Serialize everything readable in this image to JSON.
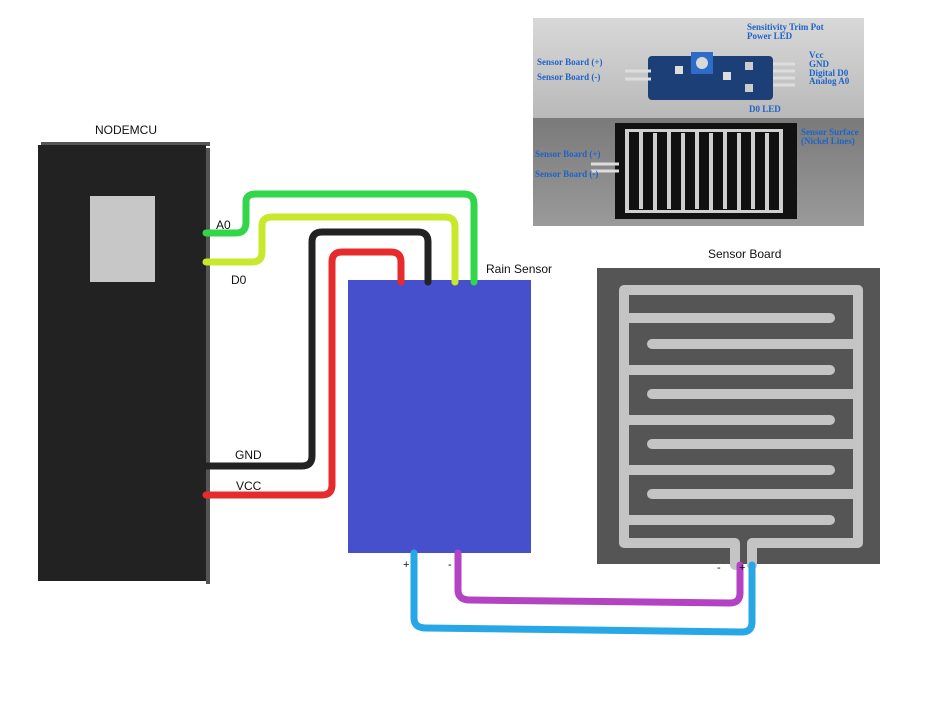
{
  "labels": {
    "nodemcu": "NODEMCU",
    "rain_sensor": "Rain Sensor",
    "sensor_board": "Sensor Board",
    "a0": "A0",
    "d0": "D0",
    "gnd": "GND",
    "vcc": "VCC",
    "plus_rain": "+",
    "minus_rain": "-",
    "minus_board": "-",
    "plus_board": "+"
  },
  "photo_annotations": {
    "trim_pot": "Sensitivity Trim Pot",
    "power_led": "Power LED",
    "vcc": "Vcc",
    "gnd": "GND",
    "digital_d0": "Digital D0",
    "analog_a0": "Analog A0",
    "sensor_board_plus": "Sensor Board (+)",
    "sensor_board_minus": "Sensor Board (-)",
    "d0_led": "D0 LED",
    "sensor_board_plus_2": "Sensor Board (+)",
    "sensor_board_minus_2": "Sensor Board (-)",
    "sensor_surface": "Sensor Surface",
    "sensor_surface_2": "(Nickel Lines)"
  },
  "colors": {
    "wire_a0": "#33d64a",
    "wire_d0": "#c8e82c",
    "wire_gnd": "#222222",
    "wire_vcc": "#e52b2b",
    "wire_minus": "#b443c4",
    "wire_plus": "#27a7e6",
    "rain_sensor": "#4650cc",
    "sensor_board": "#555555",
    "nodemcu": "#222222"
  }
}
